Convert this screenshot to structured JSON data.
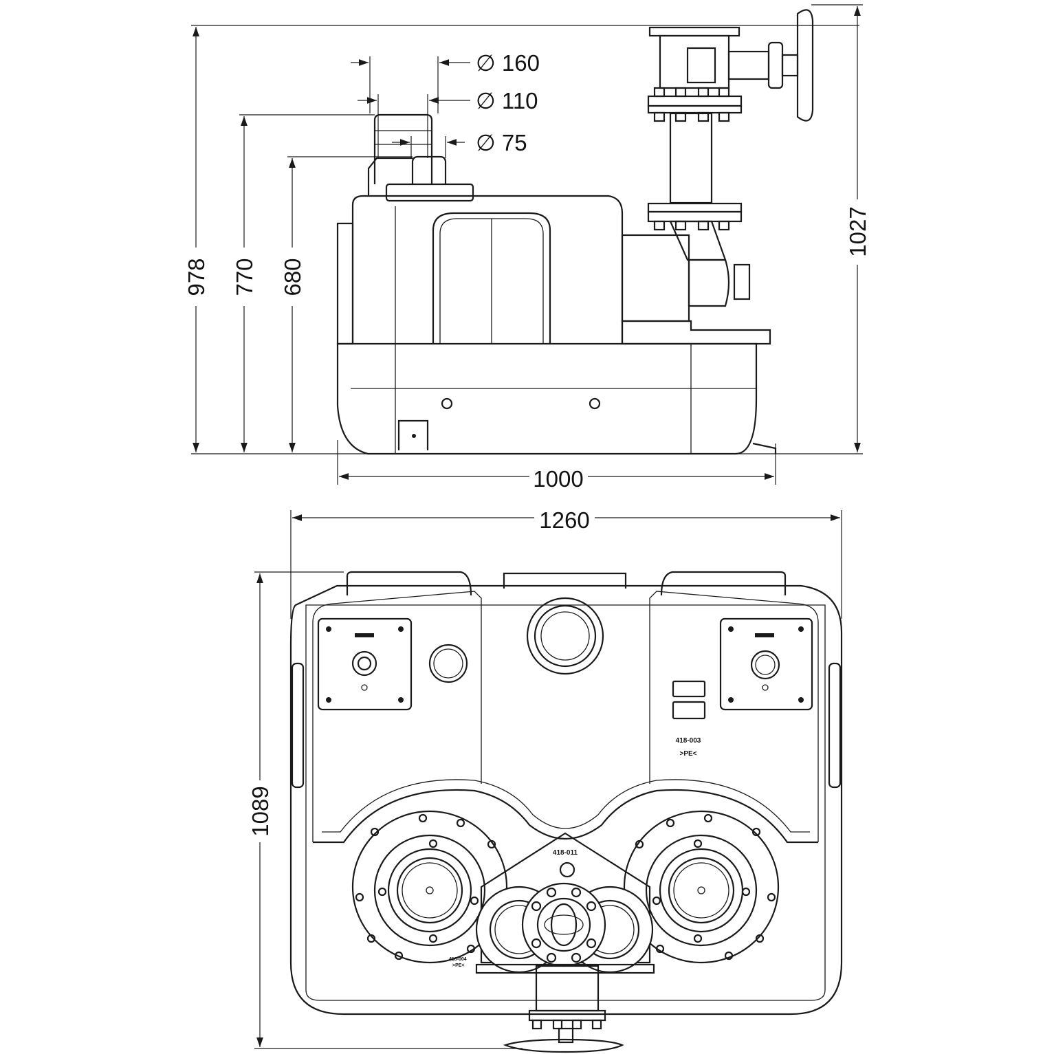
{
  "dimensions": {
    "dia_160": "∅ 160",
    "dia_110": "∅ 110",
    "dia_75": "∅ 75",
    "height_978": "978",
    "height_770": "770",
    "height_680": "680",
    "height_1027": "1027",
    "width_1000": "1000",
    "width_1260": "1260",
    "depth_1089": "1089"
  },
  "labels": {
    "plate_code": "418-003",
    "material": ">PE<",
    "center_code": "418-011",
    "pump_code": "418-004",
    "pump_material": ">PE<"
  },
  "colors": {
    "line": "#1a1a1a",
    "background": "#ffffff"
  }
}
